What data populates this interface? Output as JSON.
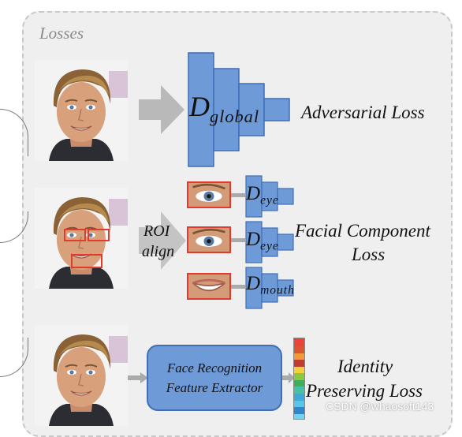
{
  "section_title": "Losses",
  "adversarial": {
    "discriminator": {
      "base": "D",
      "sub": "global"
    },
    "loss_label": "Adversarial Loss"
  },
  "facial_component": {
    "roi_label_line1": "ROI",
    "roi_label_line2": "align",
    "discriminators": [
      {
        "base": "D",
        "sub": "eye"
      },
      {
        "base": "D",
        "sub": "eye"
      },
      {
        "base": "D",
        "sub": "mouth"
      }
    ],
    "loss_label_line1": "Facial Component",
    "loss_label_line2": "Loss"
  },
  "identity": {
    "extractor_line1": "Face Recognition",
    "extractor_line2": "Feature Extractor",
    "loss_label_line1": "Identity",
    "loss_label_line2": "Preserving Loss"
  },
  "watermark": "CSDN @whaosoft143",
  "colors": {
    "discriminator_fill": "#6e9bd8",
    "discriminator_stroke": "#3f6fb5",
    "crop_border": "#e33a2f",
    "arrow_gray": "#aaaaaa",
    "panel_bg": "#efefef"
  }
}
